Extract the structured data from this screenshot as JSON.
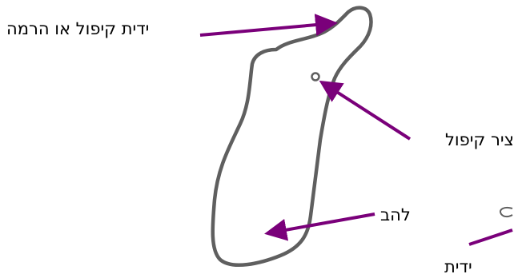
{
  "labels": {
    "handle_fold_or_lift": "ידית קיפול או הרמה",
    "fold_axis": "ציר קיפול",
    "blade": "להב",
    "handle": "ידית"
  },
  "colors": {
    "outline": "#5f5f5f",
    "arrow": "#7a007a",
    "text": "#000000",
    "background": "#ffffff"
  }
}
